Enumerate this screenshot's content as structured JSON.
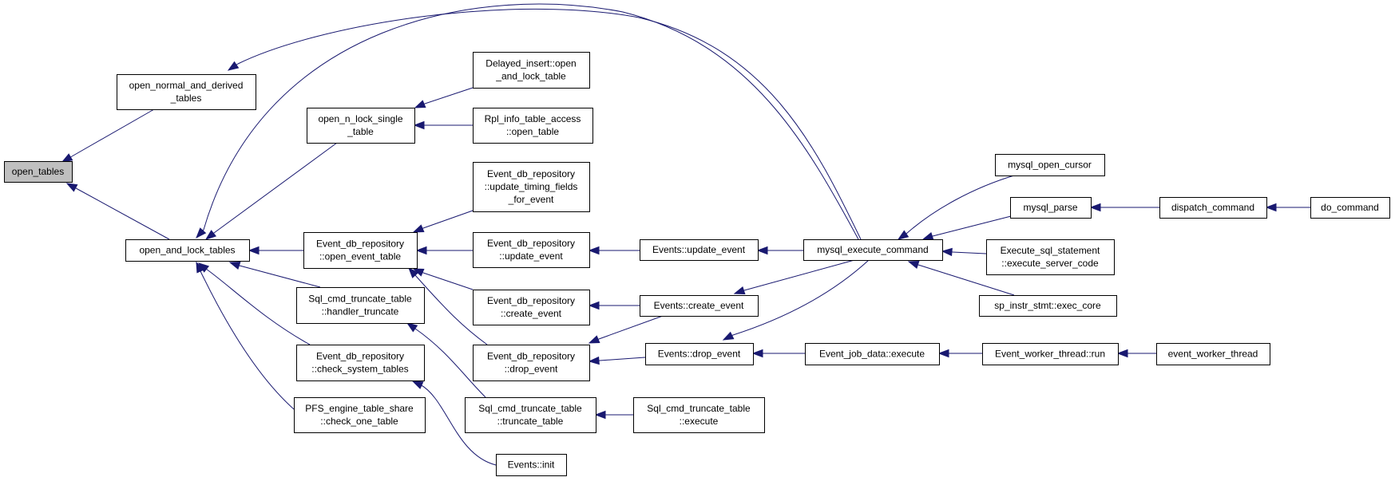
{
  "diagram": {
    "colors": {
      "edge": "#191970",
      "node_border": "#000000",
      "node_fill": "#ffffff",
      "root_fill": "#bfbfbf",
      "background": "#ffffff"
    },
    "nodes": [
      {
        "id": "open_tables",
        "lines": [
          "open_tables"
        ],
        "root": true
      },
      {
        "id": "open_normal_and_derived_tables",
        "lines": [
          "open_normal_and_derived",
          "_tables"
        ]
      },
      {
        "id": "open_and_lock_tables",
        "lines": [
          "open_and_lock_tables"
        ]
      },
      {
        "id": "open_n_lock_single_table",
        "lines": [
          "open_n_lock_single",
          "_table"
        ]
      },
      {
        "id": "delayed_insert_open_and_lock_table",
        "lines": [
          "Delayed_insert::open",
          "_and_lock_table"
        ]
      },
      {
        "id": "rpl_info_table_access_open_table",
        "lines": [
          "Rpl_info_table_access",
          "::open_table"
        ]
      },
      {
        "id": "event_db_repository_update_timing_fields_for_event",
        "lines": [
          "Event_db_repository",
          "::update_timing_fields",
          "_for_event"
        ]
      },
      {
        "id": "event_db_repository_open_event_table",
        "lines": [
          "Event_db_repository",
          "::open_event_table"
        ]
      },
      {
        "id": "event_db_repository_update_event",
        "lines": [
          "Event_db_repository",
          "::update_event"
        ]
      },
      {
        "id": "events_update_event",
        "lines": [
          "Events::update_event"
        ]
      },
      {
        "id": "mysql_execute_command",
        "lines": [
          "mysql_execute_command"
        ]
      },
      {
        "id": "mysql_open_cursor",
        "lines": [
          "mysql_open_cursor"
        ]
      },
      {
        "id": "mysql_parse",
        "lines": [
          "mysql_parse"
        ]
      },
      {
        "id": "dispatch_command",
        "lines": [
          "dispatch_command"
        ]
      },
      {
        "id": "do_command",
        "lines": [
          "do_command"
        ]
      },
      {
        "id": "execute_sql_statement_execute_server_code",
        "lines": [
          "Execute_sql_statement",
          "::execute_server_code"
        ]
      },
      {
        "id": "sp_instr_stmt_exec_core",
        "lines": [
          "sp_instr_stmt::exec_core"
        ]
      },
      {
        "id": "sql_cmd_truncate_table_handler_truncate",
        "lines": [
          "Sql_cmd_truncate_table",
          "::handler_truncate"
        ]
      },
      {
        "id": "event_db_repository_create_event",
        "lines": [
          "Event_db_repository",
          "::create_event"
        ]
      },
      {
        "id": "events_create_event",
        "lines": [
          "Events::create_event"
        ]
      },
      {
        "id": "event_db_repository_check_system_tables",
        "lines": [
          "Event_db_repository",
          "::check_system_tables"
        ]
      },
      {
        "id": "event_db_repository_drop_event",
        "lines": [
          "Event_db_repository",
          "::drop_event"
        ]
      },
      {
        "id": "events_drop_event",
        "lines": [
          "Events::drop_event"
        ]
      },
      {
        "id": "event_job_data_execute",
        "lines": [
          "Event_job_data::execute"
        ]
      },
      {
        "id": "event_worker_thread_run",
        "lines": [
          "Event_worker_thread::run"
        ]
      },
      {
        "id": "event_worker_thread",
        "lines": [
          "event_worker_thread"
        ]
      },
      {
        "id": "pfs_engine_table_share_check_one_table",
        "lines": [
          "PFS_engine_table_share",
          "::check_one_table"
        ]
      },
      {
        "id": "sql_cmd_truncate_table_truncate_table",
        "lines": [
          "Sql_cmd_truncate_table",
          "::truncate_table"
        ]
      },
      {
        "id": "sql_cmd_truncate_table_execute",
        "lines": [
          "Sql_cmd_truncate_table",
          "::execute"
        ]
      },
      {
        "id": "events_init",
        "lines": [
          "Events::init"
        ]
      }
    ],
    "edges": [
      {
        "from": "open_normal_and_derived_tables",
        "to": "open_tables"
      },
      {
        "from": "open_and_lock_tables",
        "to": "open_tables"
      },
      {
        "from": "mysql_execute_command",
        "to": "open_normal_and_derived_tables"
      },
      {
        "from": "mysql_execute_command",
        "to": "open_and_lock_tables"
      },
      {
        "from": "open_n_lock_single_table",
        "to": "open_and_lock_tables"
      },
      {
        "from": "event_db_repository_open_event_table",
        "to": "open_and_lock_tables"
      },
      {
        "from": "sql_cmd_truncate_table_handler_truncate",
        "to": "open_and_lock_tables"
      },
      {
        "from": "event_db_repository_check_system_tables",
        "to": "open_and_lock_tables"
      },
      {
        "from": "pfs_engine_table_share_check_one_table",
        "to": "open_and_lock_tables"
      },
      {
        "from": "delayed_insert_open_and_lock_table",
        "to": "open_n_lock_single_table"
      },
      {
        "from": "rpl_info_table_access_open_table",
        "to": "open_n_lock_single_table"
      },
      {
        "from": "event_db_repository_update_timing_fields_for_event",
        "to": "event_db_repository_open_event_table"
      },
      {
        "from": "event_db_repository_update_event",
        "to": "event_db_repository_open_event_table"
      },
      {
        "from": "event_db_repository_create_event",
        "to": "event_db_repository_open_event_table"
      },
      {
        "from": "event_db_repository_drop_event",
        "to": "event_db_repository_open_event_table"
      },
      {
        "from": "events_update_event",
        "to": "event_db_repository_update_event"
      },
      {
        "from": "mysql_execute_command",
        "to": "events_update_event"
      },
      {
        "from": "mysql_open_cursor",
        "to": "mysql_execute_command"
      },
      {
        "from": "mysql_parse",
        "to": "mysql_execute_command"
      },
      {
        "from": "execute_sql_statement_execute_server_code",
        "to": "mysql_execute_command"
      },
      {
        "from": "sp_instr_stmt_exec_core",
        "to": "mysql_execute_command"
      },
      {
        "from": "dispatch_command",
        "to": "mysql_parse"
      },
      {
        "from": "do_command",
        "to": "dispatch_command"
      },
      {
        "from": "events_create_event",
        "to": "event_db_repository_create_event"
      },
      {
        "from": "mysql_execute_command",
        "to": "events_create_event"
      },
      {
        "from": "events_drop_event",
        "to": "event_db_repository_drop_event"
      },
      {
        "from": "events_create_event",
        "to": "events_drop_event"
      },
      {
        "from": "mysql_execute_command",
        "to": "events_drop_event"
      },
      {
        "from": "event_job_data_execute",
        "to": "events_drop_event"
      },
      {
        "from": "event_worker_thread_run",
        "to": "event_job_data_execute"
      },
      {
        "from": "event_worker_thread",
        "to": "event_worker_thread_run"
      },
      {
        "from": "sql_cmd_truncate_table_truncate_table",
        "to": "sql_cmd_truncate_table_handler_truncate"
      },
      {
        "from": "sql_cmd_truncate_table_execute",
        "to": "sql_cmd_truncate_table_truncate_table"
      },
      {
        "from": "events_init",
        "to": "event_db_repository_check_system_tables"
      }
    ]
  }
}
